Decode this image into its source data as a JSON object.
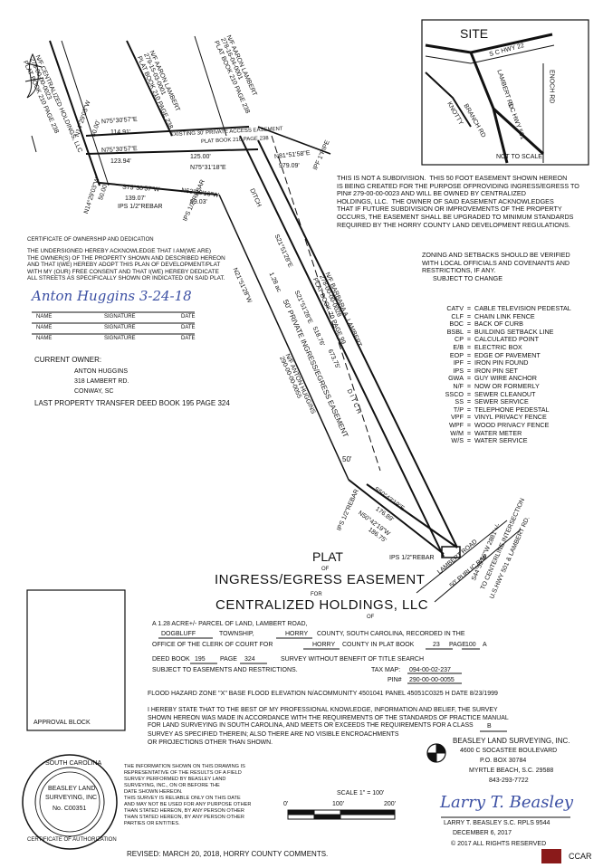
{
  "site_map": {
    "site_label": "SITE",
    "roads": [
      "S C HWY 22",
      "LAMBERT RD",
      "ENOCH RD",
      "KNOTTY",
      "BRANCH RD",
      "S C HWY 501"
    ],
    "scale_note": "NOT TO SCALE"
  },
  "parcels": {
    "centralized": [
      "N/F CENTRALIZED HOLDINGS, LLC",
      "279-00-00-0023",
      "PLAT BOOK 210 PAGE 238"
    ],
    "lambert_top": [
      "N/F AARON LAMBERT",
      "279-15-03-0001",
      "PLAT BOOK 210 PAGE 238"
    ],
    "lambert_aaron": [
      "N/F AARON LAMBERT",
      "278-16-04-0001",
      "PLAT BOOK 210 PAGE 238"
    ],
    "barbara": [
      "N/F BARBARA A. LAMBERT",
      "278-00-00-0028",
      "PLAT BOOK 70 PAGE 99"
    ],
    "huggins": [
      "N/F ANTON HUGGINS",
      "290-00-00-0055"
    ]
  },
  "survey_labels": {
    "b1": "N75°30'57\"E",
    "b1d": "114.91'",
    "b2": "N75°30'57\"E",
    "b2d": "123.94'",
    "b3": "N75°31'18\"E",
    "b3d": "125.00'",
    "b4": "S75°30'57\"W",
    "b4d": "139.07'",
    "b5": "N63°10'16\"W",
    "b5d": "99.03'",
    "b6": "N81°51'58\"E",
    "b6d": "979.09'",
    "n14a": "N14°29'03\"W",
    "n14b": "N14°29'03\"W",
    "d50a": "50.00'",
    "d50b": "50.00'",
    "easement_top": "EXISTING 30' PRIVATE ACCESS EASEMENT",
    "easement_top2": "PLAT BOOK 210 PAGE 238",
    "ditch1": "DITCH",
    "ditch2": "D I T C H",
    "ipf": "IPF 1\"PIPE",
    "ips1": "IPS 1/2\"REBAR",
    "ips2": "IPS 1/2\"REBAR",
    "ips3": "IPS 1/2\"REBAR",
    "ips4": "IPS 1/2\"REBAR",
    "n21": "N21°51'28\"W",
    "n21d": "518.76'",
    "s21": "S21°51'28\"E",
    "s21d": "673.75'",
    "s21b": "S21°51'28\"E",
    "s21bd": "1.28 ac",
    "private": "50' PRIVATE INGRESS/EGRESS EASEMENT",
    "fifty": "50'",
    "s50": "S50°42'19\"E",
    "s50d": "176.89'",
    "n50": "N50°42'19\"W",
    "n50d": "186.75'",
    "lambert_rd": "LAMBERT ROAD",
    "row": "50' PUBLIC R/W",
    "center": "S44°59'56\"W 2881'+/-",
    "center2": "TO CENTERLINE INTERSECTION",
    "center3": "U.S.HWY 501 & LAMBERT RD."
  },
  "notice": "THIS IS NOT A SUBDIVISION.  THIS 50 FOOT EASEMENT SHOWN HEREON\nIS BEING CREATED FOR THE PURPOSE OFPROVIDING INGRESS/EGRESS TO\nPIN# 279-00-00-0023 AND WILL BE OWNED BY CENTRALIZED\nHOLDINGS, LLC.  THE OWNER OF SAID EASEMENT ACKNOWLEDGES\nTHAT IF FUTURE SUBDIVISION OR IMPROVEMENTS OF THE PROPERTY\nOCCURS, THE EASEMENT SHALL BE UPGRADED TO MINIMUM STANDARDS\nREQUIRED BY THE HORRY COUNTY LAND DEVELOPMENT REGULATIONS.",
  "zoning": "ZONING AND SETBACKS SHOULD BE VERIFIED\nWITH LOCAL OFFICIALS AND COVENANTS AND\nRESTRICTIONS, IF ANY.\n      SUBJECT TO CHANGE",
  "legend": [
    [
      "CATV",
      "CABLE TELEVISION PEDESTAL"
    ],
    [
      "CLF",
      "CHAIN LINK FENCE"
    ],
    [
      "BOC",
      "BACK OF CURB"
    ],
    [
      "BSBL",
      "BUILDING SETBACK LINE"
    ],
    [
      "CP",
      "CALCULATED POINT"
    ],
    [
      "E/B",
      "ELECTRIC BOX"
    ],
    [
      "EOP",
      "EDGE OF PAVEMENT"
    ],
    [
      "IPF",
      "IRON PIN FOUND"
    ],
    [
      "IPS",
      "IRON PIN SET"
    ],
    [
      "GWA",
      "GUY WIRE ANCHOR"
    ],
    [
      "N/F",
      "NOW OR FORMERLY"
    ],
    [
      "SSCO",
      "SEWER CLEANOUT"
    ],
    [
      "SS",
      "SEWER SERVICE"
    ],
    [
      "T/P",
      "TELEPHONE PEDESTAL"
    ],
    [
      "VPF",
      "VINYL PRIVACY FENCE"
    ],
    [
      "WPF",
      "WOOD PRIVACY FENCE"
    ],
    [
      "W/M",
      "WATER METER"
    ],
    [
      "W/S",
      "WATER SERVICE"
    ]
  ],
  "certificate": {
    "title": "CERTIFICATE OF OWNERSHIP AND DEDICATION",
    "body": "THE UNDERSIGNED HEREBY ACKNOWLEDGE THAT I AM(WE ARE)\nTHE OWNER(S) OF THE PROPERTY SHOWN AND DESCRIBED HEREON\nAND THAT I(WE) HEREBY ADOPT THIS PLAN OF DEVELOPMENT/PLAT\nWITH MY (OUR) FREE CONSENT AND THAT I(WE) HEREBY DEDICATE\nALL STREETS AS SPECIFICALLY SHOWN OR INDICATED ON SAID PLAT.",
    "sig_written": "Anton Huggins 3-24-18",
    "name": "NAME",
    "signature": "SIGNATURE",
    "date": "DATE"
  },
  "owner": {
    "heading": "CURRENT OWNER:",
    "lines": [
      "ANTON HUGGINS",
      "318   LAMBERT RD.",
      "CONWAY, SC"
    ],
    "deed": "LAST PROPERTY TRANSFER DEED BOOK 195 PAGE 324"
  },
  "title": {
    "plat": "PLAT",
    "of1": "OF",
    "main": "INGRESS/EGRESS EASEMENT",
    "for": "FOR",
    "client": "CENTRALIZED HOLDINGS, LLC",
    "of2": "OF"
  },
  "description": {
    "line1": "A 1.28 ACRE+/- PARCEL OF LAND,  LAMBERT ROAD,",
    "township": "DOGBLUFF",
    "township_label": "TOWNSHIP,",
    "county": "HORRY",
    "county_label": "COUNTY, SOUTH CAROLINA, RECORDED IN THE",
    "office": "OFFICE OF THE CLERK OF COURT FOR",
    "county2": "HORRY",
    "plat_book_label": "COUNTY IN PLAT BOOK",
    "plat_book": "23",
    "page_label": "PAGE",
    "page": "100",
    "page_suffix": "A",
    "deed_label": "DEED BOOK",
    "deed_book": "195",
    "deed_page_label": "PAGE",
    "deed_page": "324",
    "survey_note": "SURVEY WITHOUT BENEFIT OF TITLE SEARCH",
    "subject": "SUBJECT TO EASEMENTS AND RESTRICTIONS.",
    "taxmap_label": "TAX MAP:",
    "taxmap": "094-00-02-237",
    "pin_label": "PIN#",
    "pin": "290-00-00-0055",
    "flood": "FLOOD HAZARD ZONE \"X\" BASE FLOOD ELEVATION N/ACOMMUNITY 4501041 PANEL 45051C0325 H  DATE  8/23/1999"
  },
  "statement": {
    "text": "I HEREBY STATE THAT TO THE BEST OF MY PROFESSIONAL KNOWLEDGE, INFORMATION AND BELIEF, THE SURVEY\nSHOWN HEREON WAS MADE IN ACCORDANCE WITH THE REQUIREMENTS OF THE STANDARDS OF PRACTICE MANUAL\nFOR LAND SURVEYING IN SOUTH CAROLINA, AND MEETS OR EXCEEDS THE REQUIREMENTS FOR A CLASS",
    "class": "B",
    "text2": "SURVEY AS SPECIFIED THEREIN; ALSO THERE ARE NO VISIBLE ENCROACHMENTS\nOR PROJECTIONS OTHER THAN SHOWN."
  },
  "approval": "APPROVAL BLOCK",
  "seal": {
    "ring_top": "SOUTH CAROLINA",
    "ring_bottom": "CERTIFICATE OF AUTHORIZATION",
    "inner": [
      "BEASLEY LAND",
      "SURVEYING, INC",
      "No. C00351"
    ]
  },
  "info_note": "THE INFORMATION SHOWN ON THIS DRAWING IS\nREPRESENTATIVE OF THE RESULTS OF A FIELD\nSURVEY PERFORMED BY BEASLEY LAND\nSURVEYING, INC., ON OR BEFORE THE\nDATE SHOWN HEREON.\nTHIS SURVEY IS RELIABLE ONLY ON THIS DATE\nAND MAY NOT BE USED FOR ANY PURPOSE OTHER\nTHAN STATED HEREON, BY ANY PERSON OTHER\nTHAN STATED HEREON, BY ANY PERSON OTHER\nPARTIES OR ENTITIES.",
  "scale": {
    "label": "SCALE 1\" = 100'",
    "ticks": [
      "0'",
      "100'",
      "200'"
    ]
  },
  "company": {
    "name": "BEASLEY LAND SURVEYING, INC.",
    "address": "4600 C   SOCASTEE BOULEVARD",
    "po": "P.O. BOX   30784",
    "city": "MYRTLE BEACH, S.C.  29588",
    "phone": "843-293-7722",
    "surveyor": "LARRY T. BEASLEY  S.C. RPLS 9544",
    "date": "DECEMBER 6, 2017",
    "copyright": "© 2017   ALL RIGHTS RESERVED",
    "sig": "Larry T. Beasley"
  },
  "revised": "REVISED:   MARCH 20, 2018,  HORRY COUNTY COMMENTS.",
  "ccar": "CCAR"
}
